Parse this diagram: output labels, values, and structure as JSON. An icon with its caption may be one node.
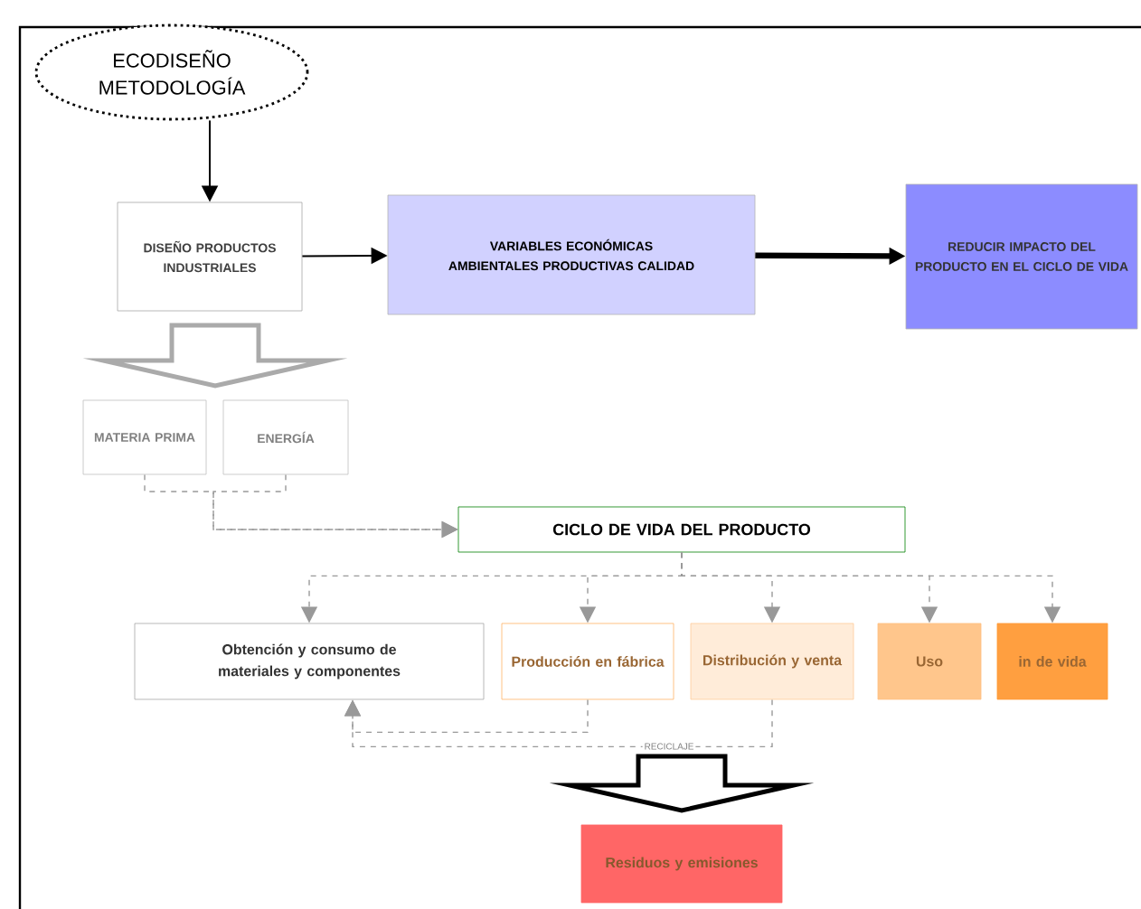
{
  "diagram": {
    "nodes": [
      {
        "text": [
          "ECODISEÑO METODOLOGÍA"
        ]
      },
      {
        "text": [
          "DISEÑO PRODUCTOS INDUSTRIALES"
        ]
      },
      {
        "text": [
          "VARIABLES ECONÓMICAS AMBIENTALES PRODUCTIVAS CALIDAD"
        ]
      },
      {
        "text": [
          "REDUCIR IMPACTO DEL PRODUCTO EN EL CICLO DE VIDA"
        ]
      },
      {
        "text": [
          "MATERIA PRIMA"
        ]
      },
      {
        "text": [
          "ENERGÍA"
        ]
      },
      {
        "text": [
          "CICLO DE VIDA DEL PRODUCTO"
        ]
      },
      {
        "text": [
          "Obtención y consumo de materiales y componentes"
        ]
      },
      {
        "text": [
          "Producción en fábrica"
        ]
      },
      {
        "text": [
          "Distribución y venta"
        ]
      },
      {
        "text": [
          "Uso"
        ]
      },
      {
        "text": [
          "in de vida"
        ]
      },
      {
        "text": [
          "Residuos y emisiones"
        ]
      }
    ],
    "edges": [
      {
        "from": 0,
        "to": 1,
        "arrow": "to",
        "color": "#000000"
      },
      {
        "from": 1,
        "to": 2,
        "arrow": "to",
        "color": "#000000"
      },
      {
        "from": 2,
        "to": 3,
        "arrow": "to",
        "style": "thick",
        "color": "#000000"
      },
      {
        "from": 1,
        "to": 4,
        "arrow": "to",
        "style": "thick",
        "color": "#aaaaaa"
      },
      {
        "from": 1,
        "to": 5,
        "arrow": "to",
        "style": "thick",
        "color": "#aaaaaa"
      },
      {
        "from": 4,
        "to": 6,
        "arrow": "to",
        "style": "dashed",
        "color": "#999999"
      },
      {
        "from": 5,
        "to": 6,
        "arrow": "to",
        "style": "dashed",
        "color": "#999999"
      },
      {
        "from": 6,
        "to": 7,
        "arrow": "to",
        "style": "dashed",
        "color": "#999999"
      },
      {
        "from": 6,
        "to": 8,
        "arrow": "to",
        "style": "dashed",
        "color": "#999999"
      },
      {
        "from": 6,
        "to": 9,
        "arrow": "to",
        "style": "dashed",
        "color": "#999999"
      },
      {
        "from": 6,
        "to": 10,
        "arrow": "to",
        "style": "dashed",
        "color": "#999999"
      },
      {
        "from": 6,
        "to": 11,
        "arrow": "to",
        "style": "dashed",
        "color": "#999999"
      },
      {
        "from": 8,
        "to": 7,
        "arrow": "to",
        "style": "dashed",
        "color": "#999999"
      },
      {
        "from": 9,
        "to": 7,
        "arrow": "to",
        "style": "dashed",
        "color": "#999999",
        "label": "RECICLAJE"
      },
      {
        "from": null,
        "to": 12,
        "arrow": "to",
        "style": "thick",
        "color": "#000000"
      }
    ]
  }
}
